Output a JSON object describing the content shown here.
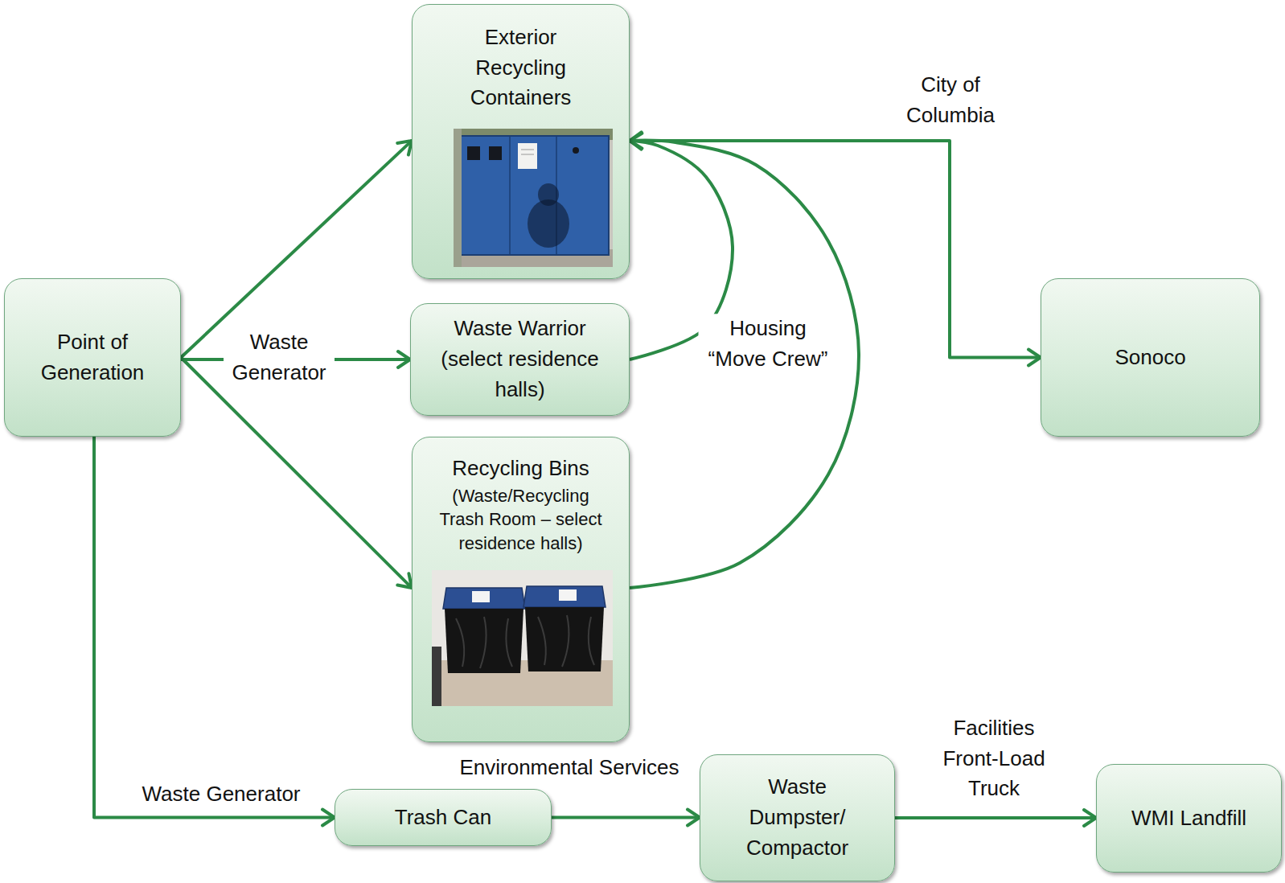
{
  "diagram": {
    "nodes": [
      {
        "text": [
          "Point of Generation"
        ]
      },
      {
        "text": [
          "Exterior Recycling Containers"
        ]
      },
      {
        "text": [
          "Waste Warrior (select residence halls)"
        ]
      },
      {
        "text": [
          "Recycling Bins",
          "(Waste/Recycling Trash Room – select residence halls)"
        ]
      },
      {
        "text": [
          "Sonoco"
        ]
      },
      {
        "text": [
          "Trash Can"
        ]
      },
      {
        "text": [
          "Waste Dumpster/ Compactor"
        ]
      },
      {
        "text": [
          "WMI Landfill"
        ]
      }
    ],
    "edges": [
      {
        "from": 0,
        "to": 1,
        "arrow": "to"
      },
      {
        "from": 0,
        "to": 2,
        "label": "Waste Generator",
        "arrow": "to"
      },
      {
        "from": 0,
        "to": 3,
        "arrow": "to"
      },
      {
        "from": 0,
        "to": 5,
        "label": "Waste Generator",
        "arrow": "to"
      },
      {
        "from": 2,
        "to": 1,
        "label": "Housing “Move Crew”",
        "arrow": "to"
      },
      {
        "from": 3,
        "to": 1,
        "arrow": "to"
      },
      {
        "from": 1,
        "to": 4,
        "label": "City of Columbia",
        "arrow": "to"
      },
      {
        "from": 5,
        "to": 6,
        "label": "Environmental Services",
        "arrow": "to"
      },
      {
        "from": 6,
        "to": 7,
        "label": "Facilities Front-Load Truck",
        "arrow": "to"
      }
    ]
  }
}
